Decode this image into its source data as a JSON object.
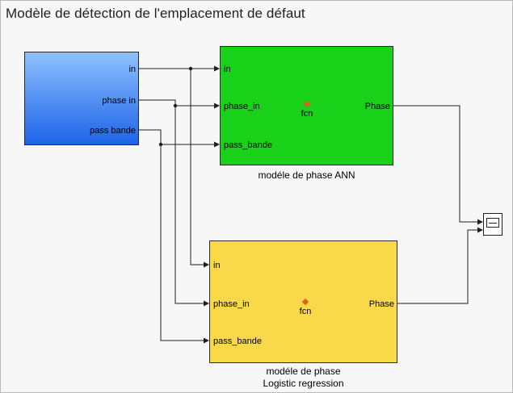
{
  "title": "Modèle de détection de l'emplacement de défaut",
  "source_block": {
    "ports": [
      "in",
      "phase in",
      "pass bande"
    ]
  },
  "ann_block": {
    "inputs": [
      "in",
      "phase_in",
      "pass_bande"
    ],
    "output": "Phase",
    "function_label": "fcn",
    "caption": "modéle de phase ANN"
  },
  "logreg_block": {
    "inputs": [
      "in",
      "phase_in",
      "pass_bande"
    ],
    "output": "Phase",
    "function_label": "fcn",
    "caption_line1": "modéle de phase",
    "caption_line2": "Logistic regression"
  },
  "colors": {
    "source_top": "#8fc1ff",
    "source_bottom": "#1d63e8",
    "ann_fill": "#1ad11a",
    "logreg_fill": "#f9d94a",
    "wire": "#1f1f1f"
  },
  "icons": {
    "function_icon": "matlab-icon",
    "scope_icon": "scope-icon"
  }
}
